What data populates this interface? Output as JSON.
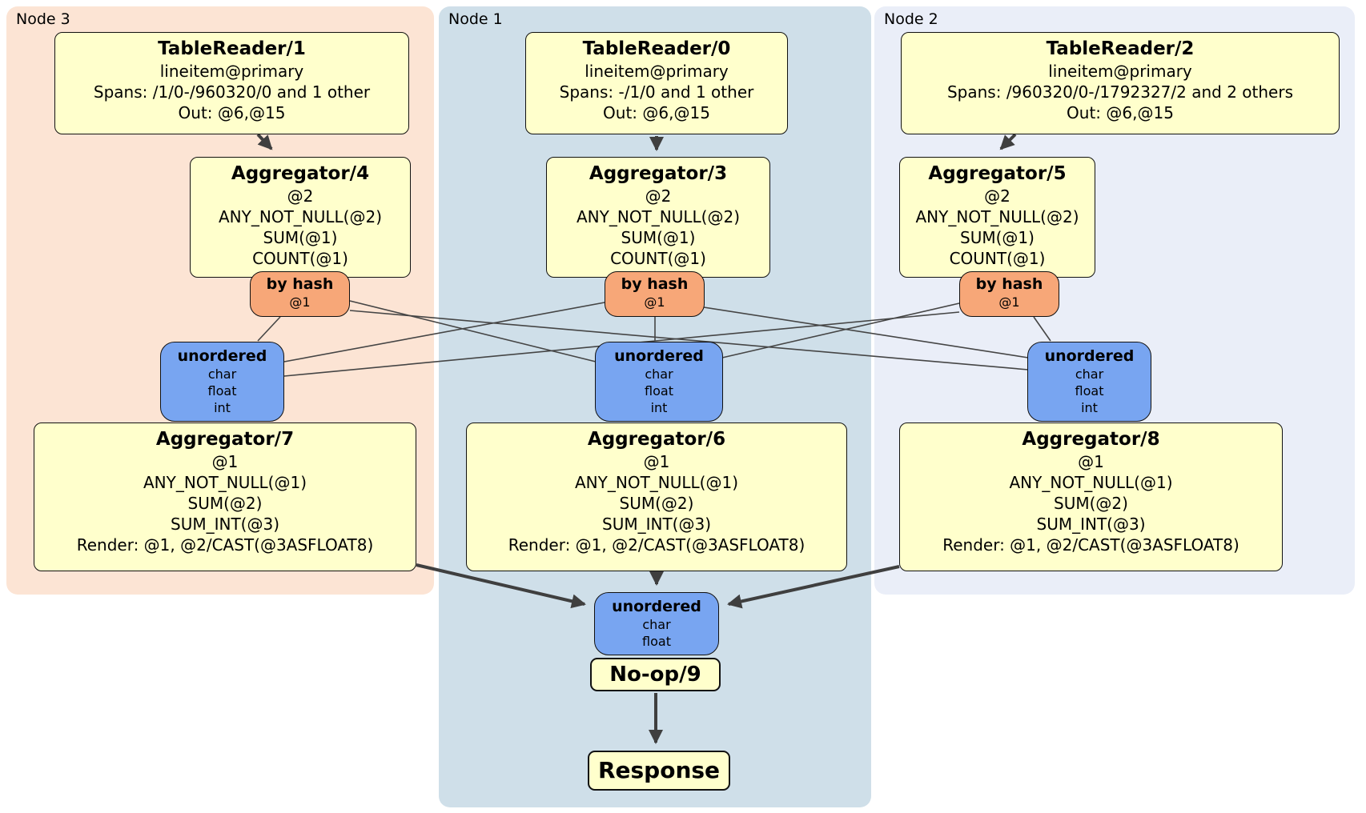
{
  "colors": {
    "node3_panel": "#fce4d4",
    "node1_panel": "#cfdfe9",
    "node2_panel": "#eaeef8",
    "processor_box": "#ffffcc",
    "router_box": "#f7a778",
    "sync_box": "#78a5f1",
    "edge": "#3f3f3f"
  },
  "nodes": [
    {
      "label": "Node 3",
      "tablereader": {
        "title": "TableReader/1",
        "lines": [
          "lineitem@primary",
          "Spans: /1/0-/960320/0 and 1 other",
          "Out: @6,@15"
        ]
      },
      "aggregator_top": {
        "title": "Aggregator/4",
        "lines": [
          "@2",
          "ANY_NOT_NULL(@2)",
          "SUM(@1)",
          "COUNT(@1)"
        ]
      },
      "router": {
        "title": "by hash",
        "detail": "@1"
      },
      "sync": {
        "title": "unordered",
        "lines": [
          "char",
          "float",
          "int"
        ]
      },
      "aggregator_bottom": {
        "title": "Aggregator/7",
        "lines": [
          "@1",
          "ANY_NOT_NULL(@1)",
          "SUM(@2)",
          "SUM_INT(@3)",
          "Render: @1, @2/CAST(@3ASFLOAT8)"
        ]
      }
    },
    {
      "label": "Node 1",
      "tablereader": {
        "title": "TableReader/0",
        "lines": [
          "lineitem@primary",
          "Spans: -/1/0 and 1 other",
          "Out: @6,@15"
        ]
      },
      "aggregator_top": {
        "title": "Aggregator/3",
        "lines": [
          "@2",
          "ANY_NOT_NULL(@2)",
          "SUM(@1)",
          "COUNT(@1)"
        ]
      },
      "router": {
        "title": "by hash",
        "detail": "@1"
      },
      "sync": {
        "title": "unordered",
        "lines": [
          "char",
          "float",
          "int"
        ]
      },
      "aggregator_bottom": {
        "title": "Aggregator/6",
        "lines": [
          "@1",
          "ANY_NOT_NULL(@1)",
          "SUM(@2)",
          "SUM_INT(@3)",
          "Render: @1, @2/CAST(@3ASFLOAT8)"
        ]
      }
    },
    {
      "label": "Node 2",
      "tablereader": {
        "title": "TableReader/2",
        "lines": [
          "lineitem@primary",
          "Spans: /960320/0-/1792327/2 and 2 others",
          "Out: @6,@15"
        ]
      },
      "aggregator_top": {
        "title": "Aggregator/5",
        "lines": [
          "@2",
          "ANY_NOT_NULL(@2)",
          "SUM(@1)",
          "COUNT(@1)"
        ]
      },
      "router": {
        "title": "by hash",
        "detail": "@1"
      },
      "sync": {
        "title": "unordered",
        "lines": [
          "char",
          "float",
          "int"
        ]
      },
      "aggregator_bottom": {
        "title": "Aggregator/8",
        "lines": [
          "@1",
          "ANY_NOT_NULL(@1)",
          "SUM(@2)",
          "SUM_INT(@3)",
          "Render: @1, @2/CAST(@3ASFLOAT8)"
        ]
      }
    }
  ],
  "final": {
    "sync": {
      "title": "unordered",
      "lines": [
        "char",
        "float"
      ]
    },
    "noop_label": "No-op/9",
    "response_label": "Response"
  }
}
